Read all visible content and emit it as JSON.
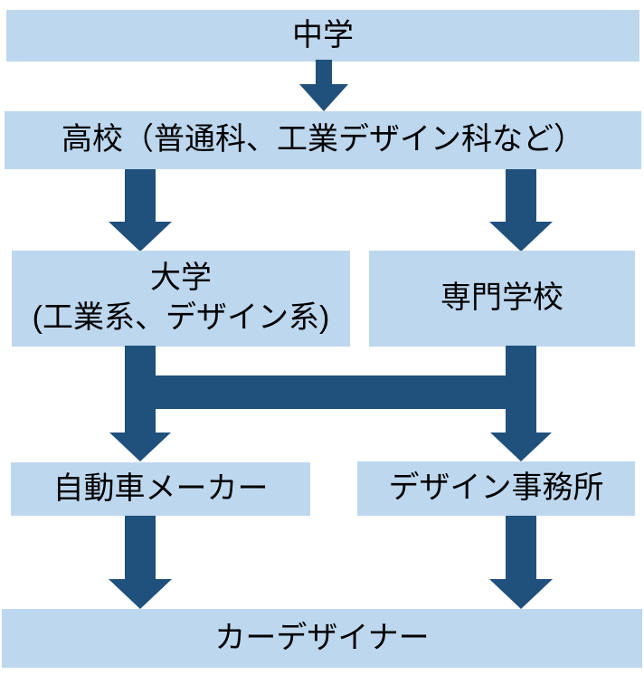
{
  "diagram": {
    "nodes": {
      "chugaku": {
        "label": "中学"
      },
      "koko": {
        "label": "高校（普通科、工業デザイン科など）"
      },
      "daigaku": {
        "label_line1": "大学",
        "label_line2": "(工業系、デザイン系)"
      },
      "senmon": {
        "label": "専門学校"
      },
      "maker": {
        "label": "自動車メーカー"
      },
      "design_office": {
        "label": "デザイン事務所"
      },
      "car_designer": {
        "label": "カーデザイナー"
      }
    },
    "colors": {
      "box_fill": "#BDD7EE",
      "arrow_fill": "#20507C",
      "text": "#000000",
      "background": "#FFFFFF"
    }
  }
}
